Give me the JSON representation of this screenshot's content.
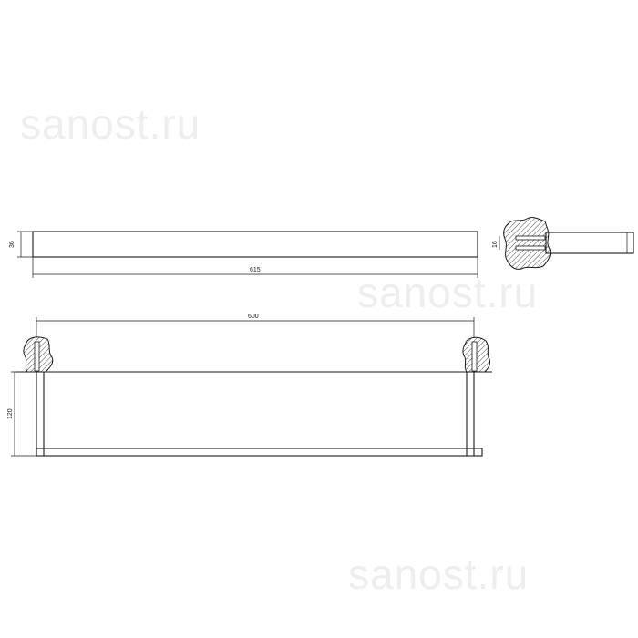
{
  "watermarks": [
    "sanost.ru",
    "sanost.ru",
    "sanost.ru"
  ],
  "dimensions": {
    "top_height": "36",
    "top_length": "615",
    "side_section": "16",
    "front_width": "600",
    "front_height": "120"
  },
  "colors": {
    "line": "#1a1a1a",
    "background": "#ffffff",
    "watermark": "#eeeeee"
  }
}
